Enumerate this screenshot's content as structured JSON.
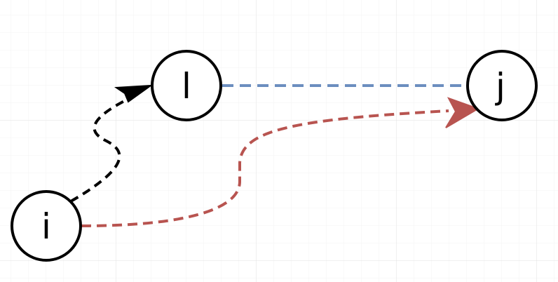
{
  "nodes": {
    "l": {
      "label": "l"
    },
    "j": {
      "label": "j"
    },
    "i": {
      "label": "i"
    }
  },
  "colors": {
    "grid_minor": "#f3f3f3",
    "grid_major": "#e2e2e2",
    "node_stroke": "#000000",
    "edge_black": "#000000",
    "edge_blue": "#6c8ebf",
    "edge_red": "#b85450"
  }
}
